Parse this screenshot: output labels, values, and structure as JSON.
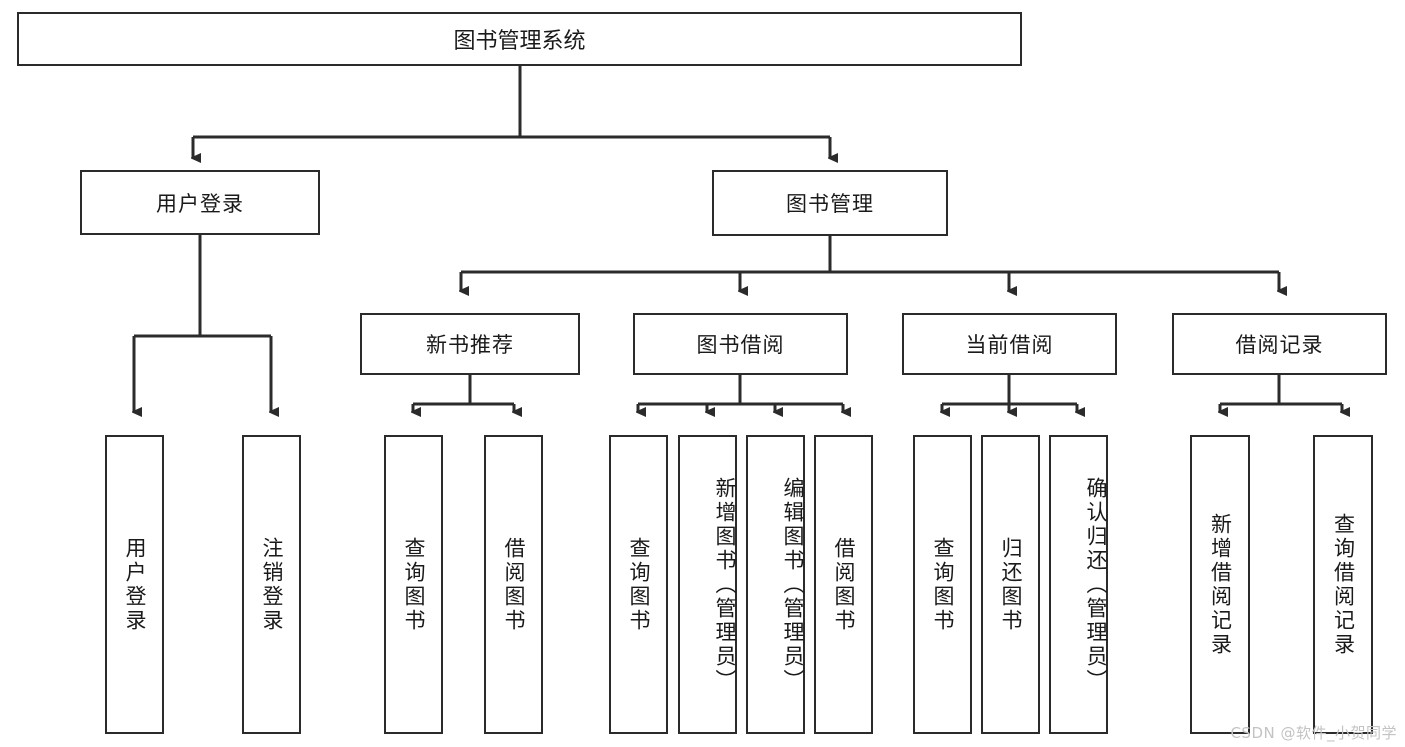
{
  "diagram": {
    "title_node": {
      "label": "图书管理系统"
    },
    "level2": [
      {
        "label": "用户登录"
      },
      {
        "label": "图书管理"
      }
    ],
    "level3": [
      {
        "label": "新书推荐"
      },
      {
        "label": "图书借阅"
      },
      {
        "label": "当前借阅"
      },
      {
        "label": "借阅记录"
      }
    ],
    "leaves": {
      "user_login": [
        {
          "label": "用户登录"
        },
        {
          "label": "注销登录"
        }
      ],
      "new_book": [
        {
          "label": "查询图书"
        },
        {
          "label": "借阅图书"
        }
      ],
      "borrow_book": [
        {
          "label": "查询图书"
        },
        {
          "label": "新增图书（管理员）"
        },
        {
          "label": "编辑图书（管理员）"
        },
        {
          "label": "借阅图书"
        }
      ],
      "current_borrow": [
        {
          "label": "查询图书"
        },
        {
          "label": "归还图书"
        },
        {
          "label": "确认归还（管理员）"
        }
      ],
      "borrow_record": [
        {
          "label": "新增借阅记录"
        },
        {
          "label": "查询借阅记录"
        }
      ]
    }
  },
  "watermark": {
    "text": "CSDN @软件_小贺同学"
  },
  "colors": {
    "stroke": "#2b2b2b",
    "text": "#1a1a1a",
    "background": "#ffffff",
    "watermark": "#c3c3c3"
  }
}
